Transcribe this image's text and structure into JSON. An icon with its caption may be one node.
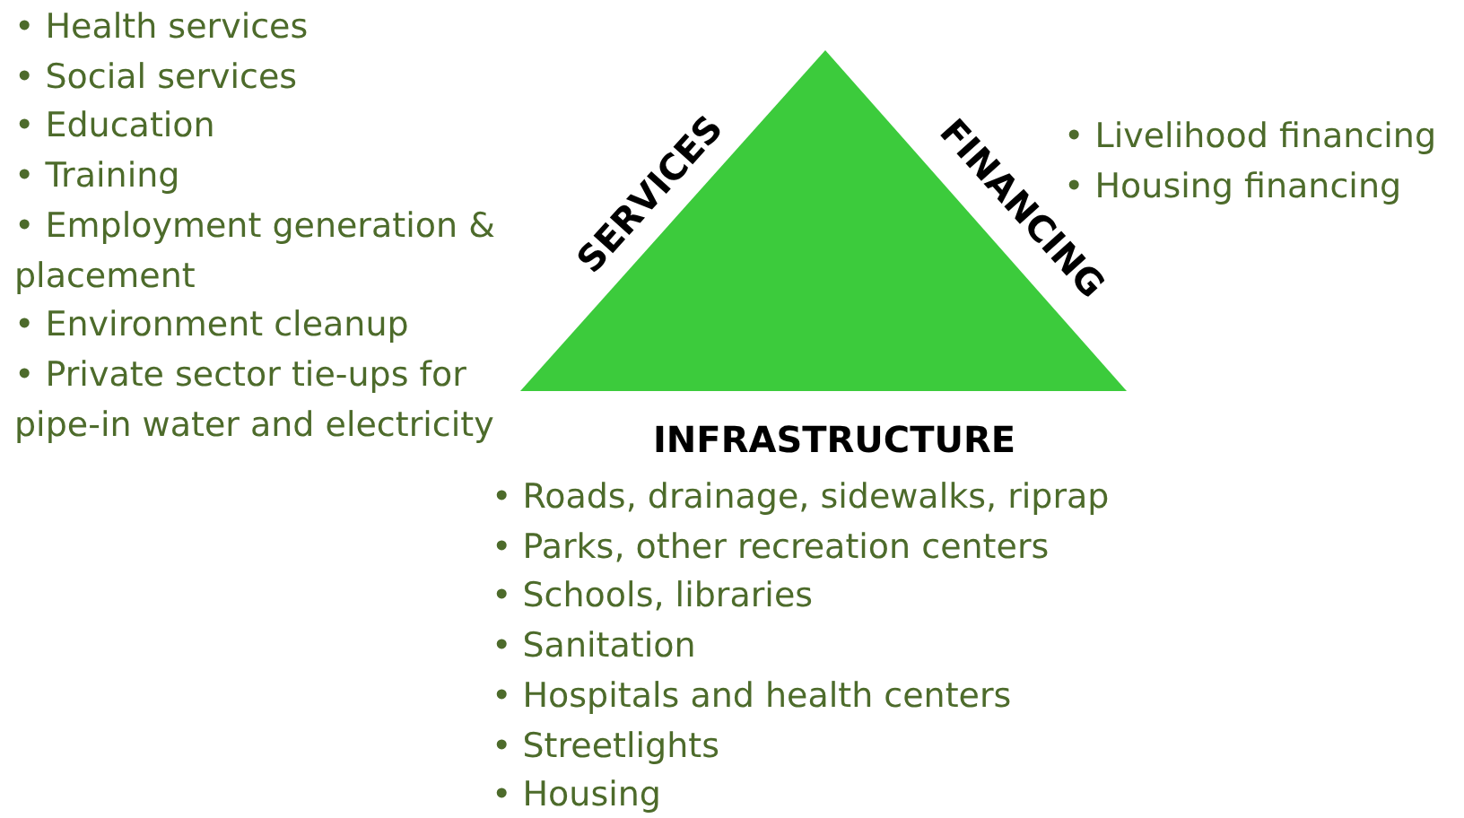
{
  "diagram": {
    "nodes": [
      {
        "text": [
          "SERVICES",
          "FINANCING",
          "INFRASTRUCTURE"
        ]
      }
    ],
    "labels": [
      "• Health services",
      "• Social services",
      "• Education",
      "• Training",
      "• Employment generation & placement",
      "• Environment cleanup",
      "• Private sector tie-ups for pipe-in water and electricity",
      "• Livelihood financing",
      "• Housing financing",
      "• Roads, drainage, sidewalks, riprap",
      "• Parks, other recreation centers",
      "• Schools, libraries",
      "• Sanitation",
      "• Hospitals and health centers",
      "• Streetlights",
      "• Housing"
    ]
  }
}
